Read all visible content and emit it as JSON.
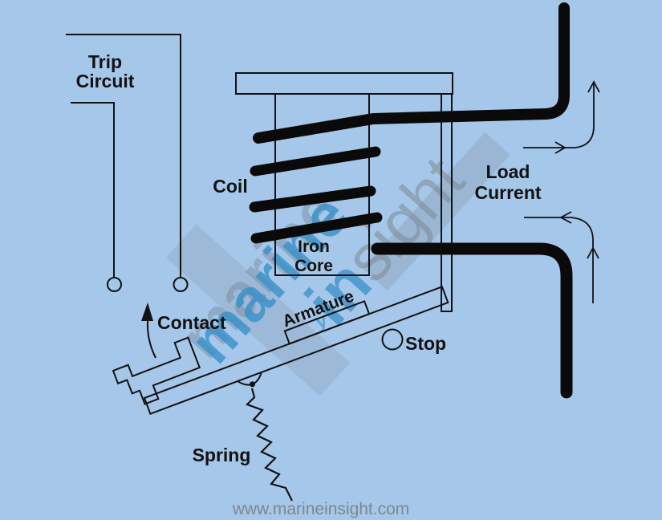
{
  "labels": {
    "trip_circuit_line1": "Trip",
    "trip_circuit_line2": "Circuit",
    "coil": "Coil",
    "iron_core_line1": "Iron",
    "iron_core_line2": "Core",
    "load_current_line1": "Load",
    "load_current_line2": "Current",
    "contact": "Contact",
    "armature": "Armature",
    "stop": "Stop",
    "spring": "Spring"
  },
  "watermark": {
    "word1": "marine",
    "word1_shadow": "marine",
    "word2_prefix": "in",
    "word2_suffix": "sight",
    "small_glyph": "y",
    "website": "www.marineinsight.com"
  },
  "colors": {
    "background": "#a5c7e9",
    "line": "#121212",
    "watermark_blue": "#3a94cd",
    "watermark_gray": "#7d8a96",
    "website_gray": "#82868b"
  }
}
